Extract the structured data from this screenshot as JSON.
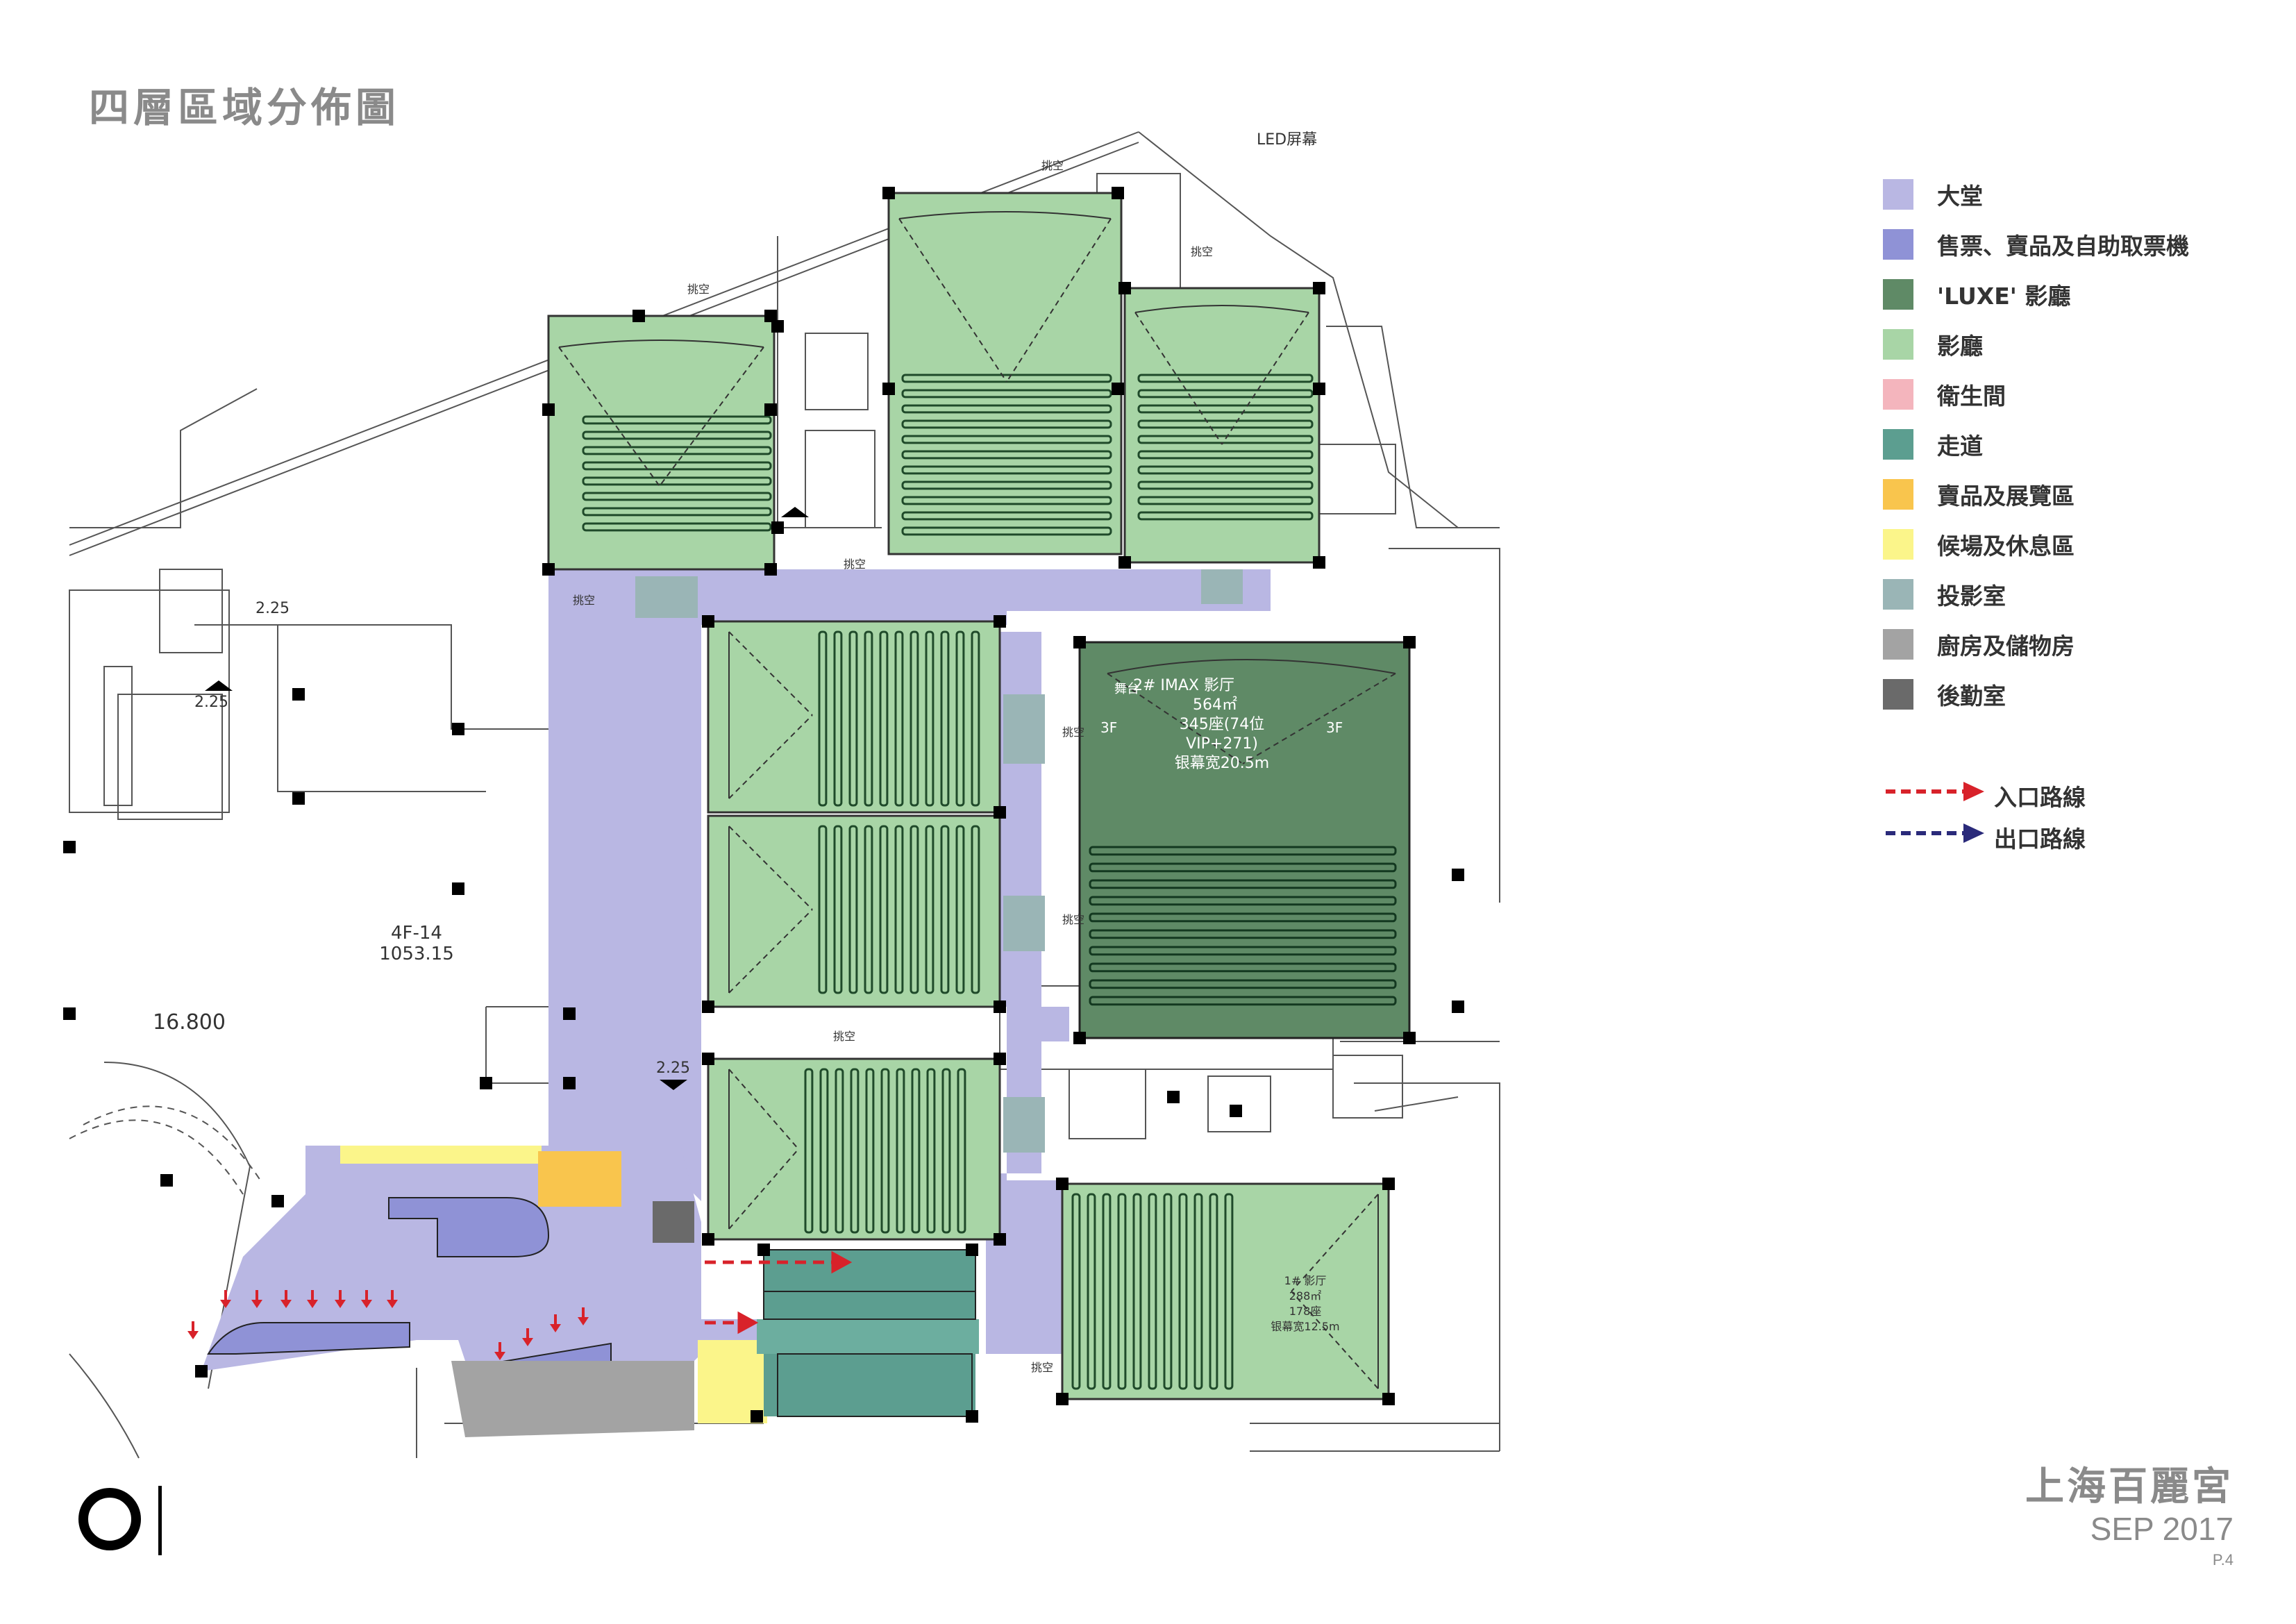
{
  "page": {
    "title": "四層區域分佈圖",
    "brand": "上海百麗宮",
    "date": "SEP 2017",
    "page_no": "P.4"
  },
  "legend": [
    {
      "label": "大堂",
      "color": "#b9b7e3"
    },
    {
      "label": "售票、賣品及自助取票機",
      "color": "#8f92d6"
    },
    {
      "label": "'LUXE' 影廳",
      "color": "#5f8a66"
    },
    {
      "label": "影廳",
      "color": "#a8d5a6"
    },
    {
      "label": "衛生間",
      "color": "#f4b5bd"
    },
    {
      "label": "走道",
      "color": "#5c9e90"
    },
    {
      "label": "賣品及展覽區",
      "color": "#f9c54d"
    },
    {
      "label": "候場及休息區",
      "color": "#fbf58a"
    },
    {
      "label": "投影室",
      "color": "#9ab5b6"
    },
    {
      "label": "廚房及儲物房",
      "color": "#a3a3a3"
    },
    {
      "label": "後勤室",
      "color": "#6a6a6a"
    }
  ],
  "routes": [
    {
      "label": "入口路線",
      "color": "#d8222a"
    },
    {
      "label": "出口路線",
      "color": "#2a2a7a"
    }
  ],
  "plan_labels": {
    "imax_line1": "2# IMAX 影厅",
    "imax_line2": "564㎡",
    "imax_line3": "345座(74位",
    "imax_line4": "VIP+271)",
    "imax_line5": "银幕宽20.5m",
    "imax_stage": "舞台",
    "imax_3f_left": "3F",
    "imax_3f_right": "3F",
    "hall1_line1": "1# 影厅",
    "hall1_line2": "288㎡",
    "hall1_line3": "178座",
    "hall1_line4": "银幕宽12.5m",
    "zone_id": "4F-14",
    "zone_area": "1053.15",
    "elevation": "16.800",
    "level_225_top": "2.25",
    "level_225_mid": "2.25",
    "level_225_low": "2.25",
    "led": "LED屏幕",
    "tiaokong": "挑空"
  }
}
